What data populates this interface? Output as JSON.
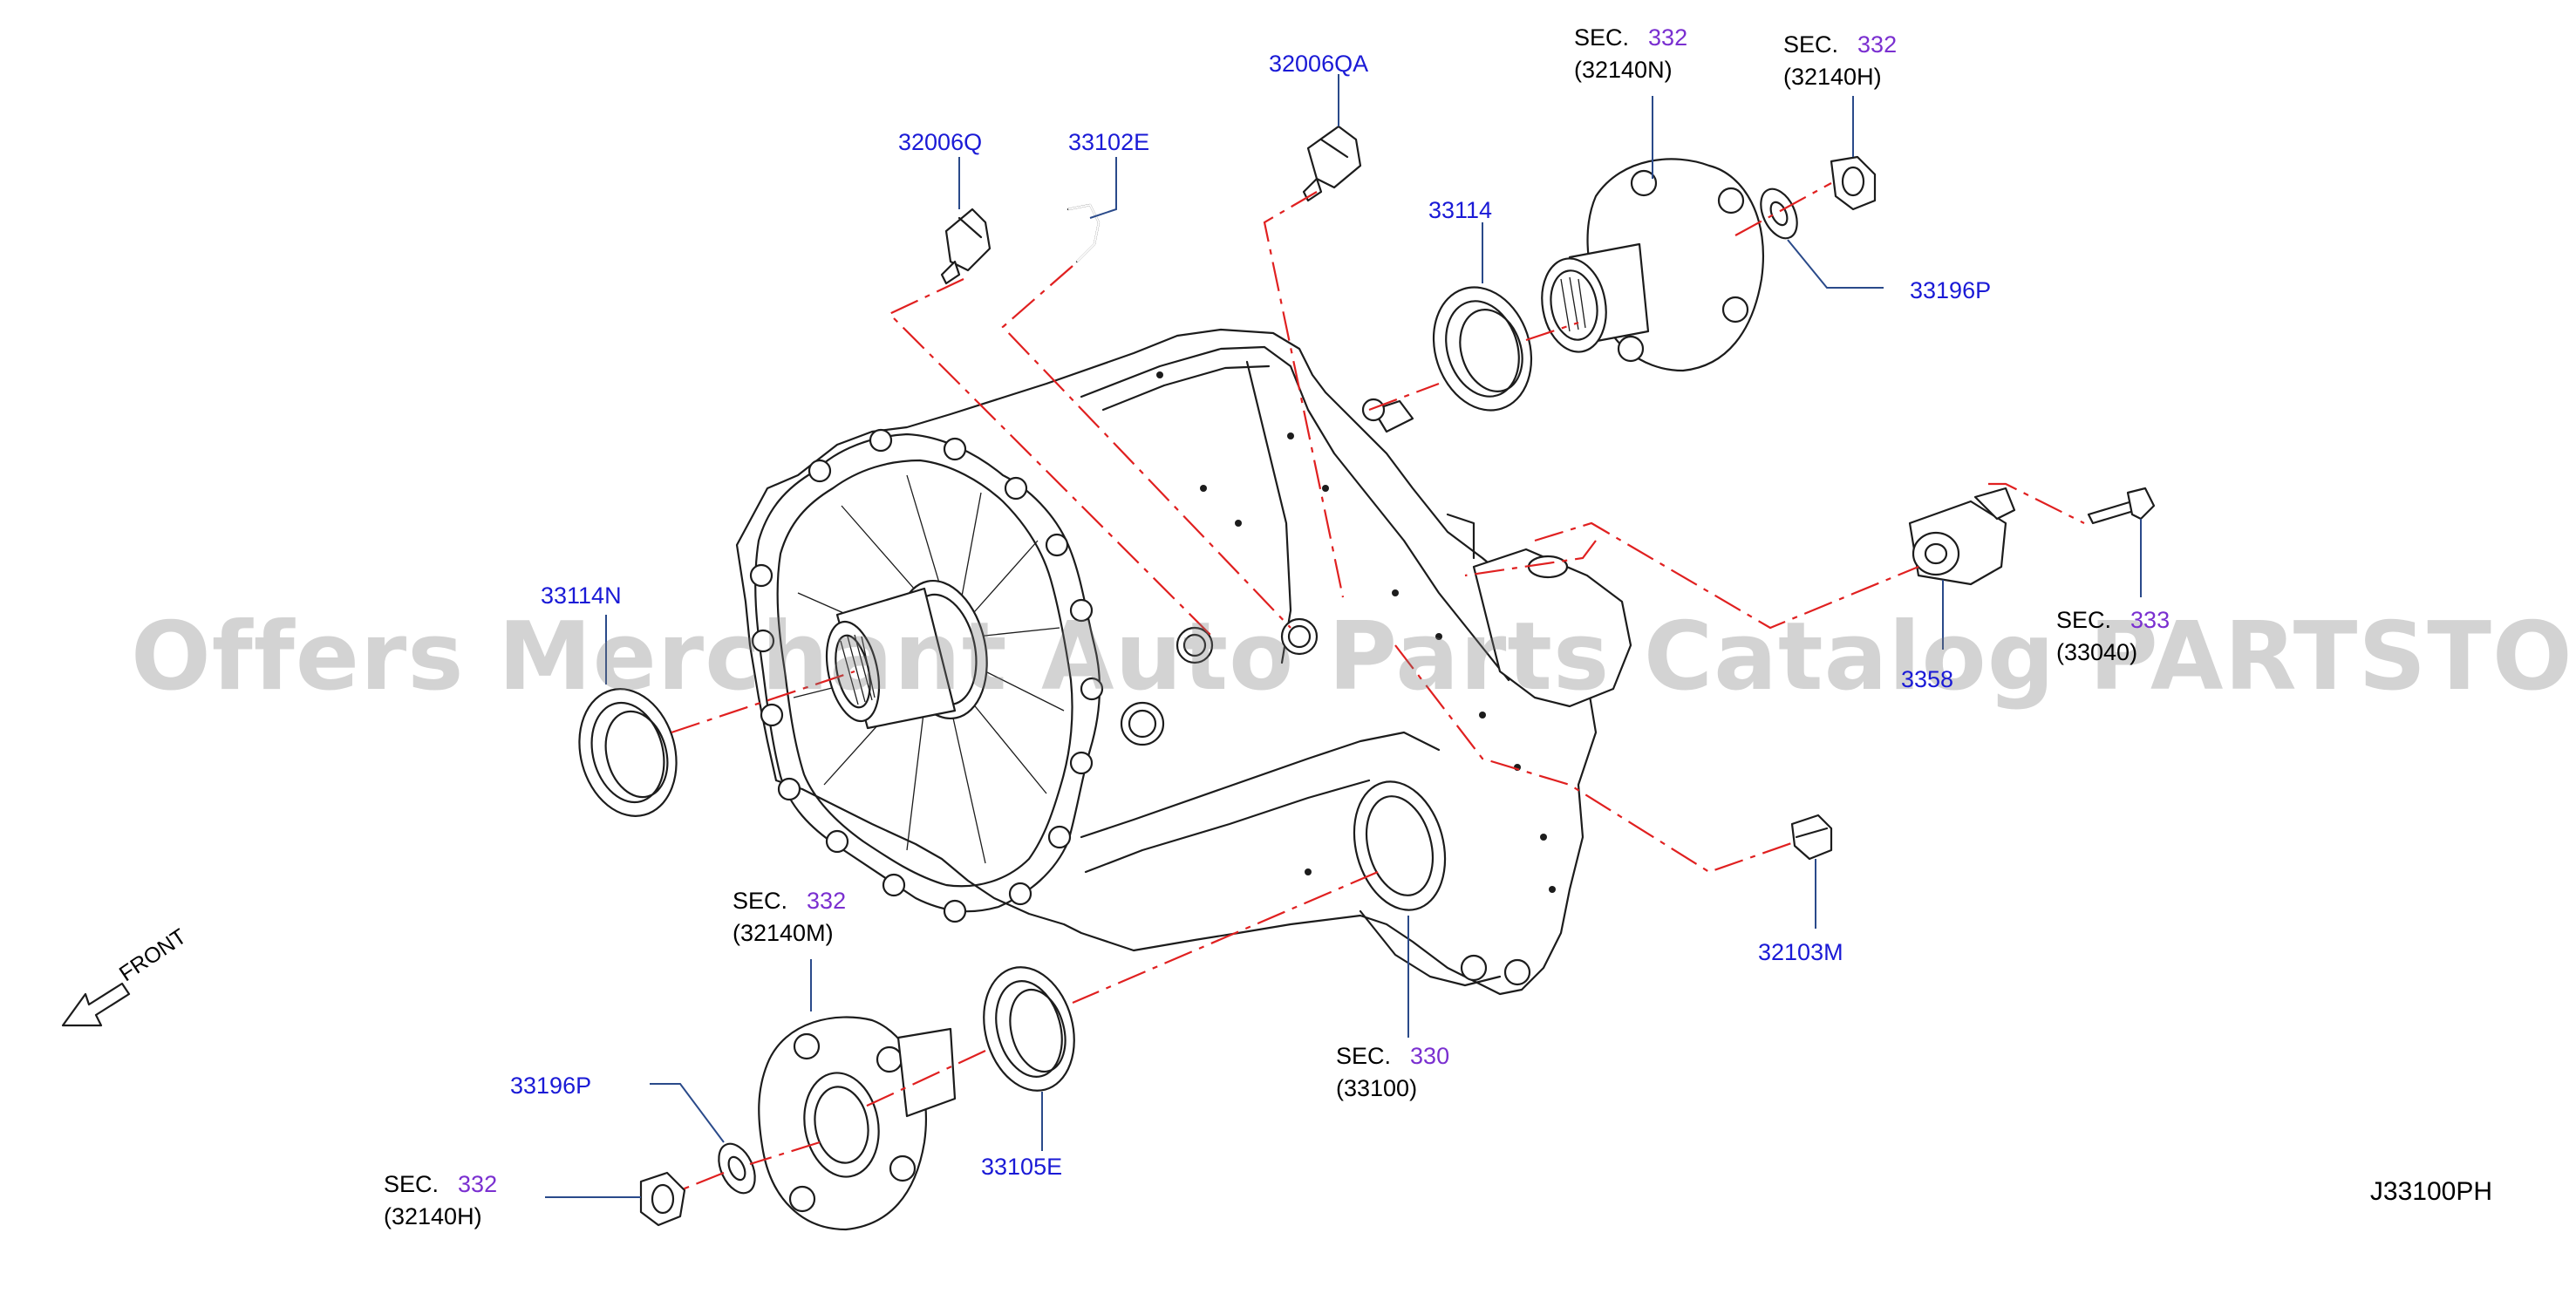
{
  "watermark": "Offers Merchant Auto Parts Catalog PARTSTORE.SA",
  "drawing_ref": "J33100PH",
  "front_label": "FRONT",
  "part_labels": {
    "p32006QA": "32006QA",
    "p32006Q": "32006Q",
    "p33102E": "33102E",
    "p33114": "33114",
    "p33196P_top": "33196P",
    "p33114N": "33114N",
    "p3358": "3358",
    "p32103M": "32103M",
    "p33196P_bot": "33196P",
    "p33105E": "33105E"
  },
  "sections": {
    "s_top_n": {
      "prefix": "SEC.",
      "number": "332",
      "sub": "(32140N)"
    },
    "s_top_h": {
      "prefix": "SEC.",
      "number": "332",
      "sub": "(32140H)"
    },
    "s_right": {
      "prefix": "SEC.",
      "number": "333",
      "sub": "(33040)"
    },
    "s_case": {
      "prefix": "SEC.",
      "number": "330",
      "sub": "(33100)"
    },
    "s_bot_m": {
      "prefix": "SEC.",
      "number": "332",
      "sub": "(32140M)"
    },
    "s_bot_h": {
      "prefix": "SEC.",
      "number": "332",
      "sub": "(32140H)"
    }
  },
  "colors": {
    "part_number": "#1a1ad6",
    "section_number": "#7a2fd0",
    "centerline": "#e02020",
    "leader": "#2a4a8a"
  }
}
